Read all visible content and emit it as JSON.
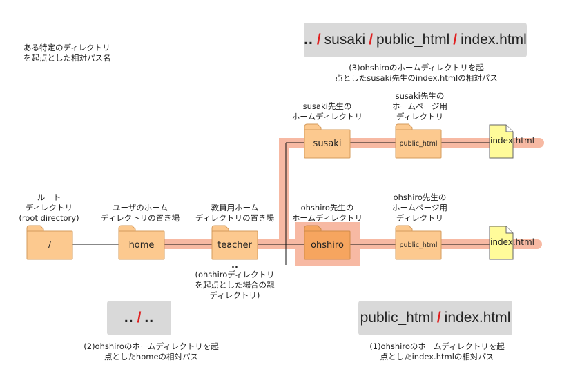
{
  "intro": {
    "line1": "ある特定のディレクトリ",
    "line2": "を起点とした相対パス名"
  },
  "path_top": {
    "dots": "..",
    "sep1": "/",
    "part1": "susaki",
    "sep2": "/",
    "part2": "public_html",
    "sep3": "/",
    "part3": "index.html"
  },
  "path_top_caption": {
    "line1": "(3)ohshiroのホームディレクトリを起",
    "line2": "点としたsusaki先生のindex.htmlの相対パス"
  },
  "path_left": {
    "dots1": "..",
    "sep": "/",
    "dots2": ".."
  },
  "path_left_caption": {
    "line1": "(2)ohshiroのホームディレクトリを起",
    "line2": "点としたhomeの相対パス"
  },
  "path_right": {
    "part1": "public_html",
    "sep": "/",
    "part2": "index.html"
  },
  "path_right_caption": {
    "line1": "(1)ohshiroのホームディレクトリを起",
    "line2": "点としたindex.htmlの相対パス"
  },
  "folders": {
    "root": {
      "name": "/",
      "label": [
        "ルート",
        "ディレクトリ",
        "(root directory)"
      ]
    },
    "home": {
      "name": "home",
      "label": [
        "ユーザのホーム",
        "ディレクトリの置き場"
      ]
    },
    "teacher": {
      "name": "teacher",
      "label": [
        "教員用ホーム",
        "ディレクトリの置き場"
      ]
    },
    "ohshiro": {
      "name": "ohshiro",
      "label": [
        "ohshiro先生の",
        "ホームディレクトリ"
      ]
    },
    "ohshiro_public": {
      "name": "public_html",
      "label": [
        "ohshiro先生の",
        "ホームページ用",
        "ディレクトリ"
      ]
    },
    "susaki": {
      "name": "susaki",
      "label": [
        "susaki先生の",
        "ホームディレクトリ"
      ]
    },
    "susaki_public": {
      "name": "public_html",
      "label": [
        "susaki先生の",
        "ホームページ用",
        "ディレクトリ"
      ]
    }
  },
  "files": {
    "top": "index.html",
    "bottom": "index.html"
  },
  "parent_note": {
    "dots": "..",
    "lines": [
      "(ohshiroディレクトリ",
      "を起点とした場合の親",
      "ディレクトリ)"
    ]
  },
  "colors": {
    "highlight": "#f7b9a3",
    "folder_fill": "#fcc98f",
    "folder_stroke": "#d59c5e",
    "folder_active": "#f6a55f",
    "file_fill": "#fffb9a",
    "box_bg": "#d9d9d9",
    "slash": "#e02020"
  }
}
